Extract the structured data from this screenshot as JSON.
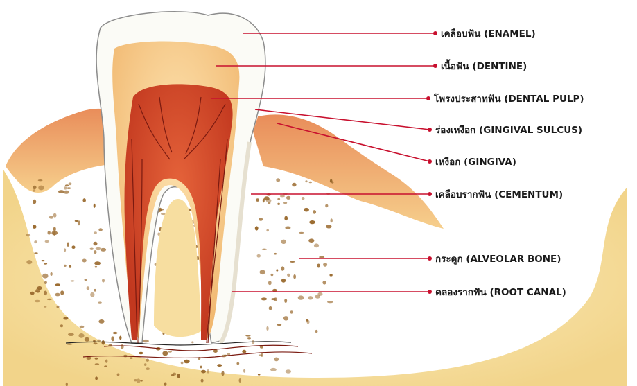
{
  "colors": {
    "leader": "#c8102e",
    "enamel": "#fbfbf6",
    "dentine": "#f6c98a",
    "pulp": "#d2452a",
    "gum": "#f0b078",
    "bone": "#f7e3a6",
    "bone_spot": "#9a6a2e",
    "nerve": "#7a1a10"
  },
  "labels": [
    {
      "id": "enamel",
      "text": "เคลือบฟัน (ENAMEL)"
    },
    {
      "id": "dentine",
      "text": "เนื้อฟัน (DENTINE)"
    },
    {
      "id": "pulp",
      "text": "โพรงประสาทฟัน (DENTAL PULP)"
    },
    {
      "id": "sulcus",
      "text": "ร่องเหงือก (GINGIVAL SULCUS)"
    },
    {
      "id": "gingiva",
      "text": "เหงือก (GINGIVA)"
    },
    {
      "id": "cementum",
      "text": "เคลือบรากฟัน (CEMENTUM)"
    },
    {
      "id": "bone",
      "text": "กระดูก (ALVEOLAR BONE)"
    },
    {
      "id": "canal",
      "text": "คลองรากฟัน (ROOT CANAL)"
    }
  ]
}
